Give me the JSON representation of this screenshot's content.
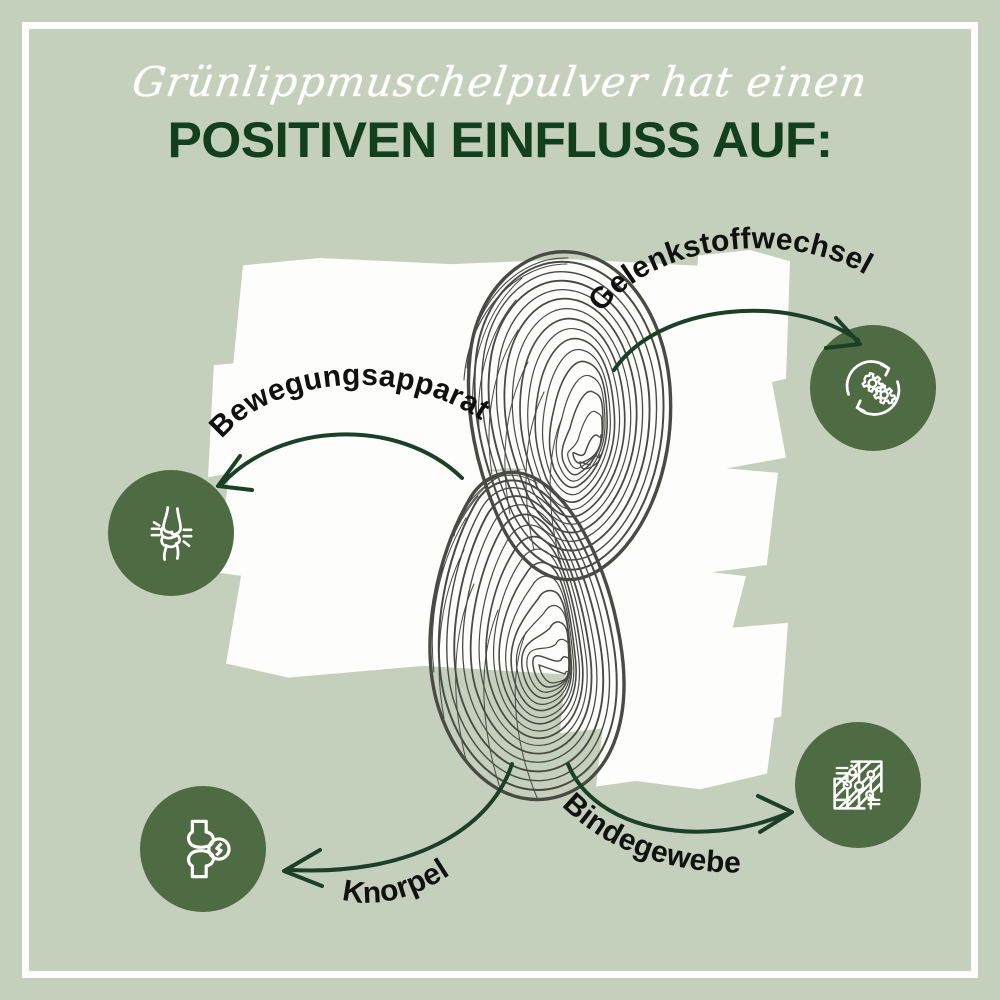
{
  "poster": {
    "background_color": "#c5d0bc",
    "frame_color": "#ffffff",
    "badge_color": "#4e6b44",
    "arrow_color": "#1b4027",
    "heading_color": "#12401f",
    "script_color": "#ffffff",
    "label_color": "#111111",
    "mussel_ink_color": "#4a4a45",
    "brush_color": "#fdfdfb"
  },
  "headline": {
    "script_line": "Grünlippmuschelpulver hat einen",
    "main_line": "POSITIVEN EINFLUSS AUF:"
  },
  "benefits": [
    {
      "id": "gelenkstoffwechsel",
      "label": "Gelenkstoffwechsel",
      "icon": "gears-cycle-icon",
      "position": "top-right",
      "arrow_direction": "right-down"
    },
    {
      "id": "bewegungsapparat",
      "label": "Bewegungsapparat",
      "icon": "knee-joint-pain-icon",
      "position": "middle-left",
      "arrow_direction": "left-down"
    },
    {
      "id": "bindegewebe",
      "label": "Bindegewebe",
      "icon": "connective-tissue-network-icon",
      "position": "bottom-right",
      "arrow_direction": "right"
    },
    {
      "id": "knorpel",
      "label": "Knorpel",
      "icon": "cartilage-joint-magnifier-icon",
      "position": "bottom-left",
      "arrow_direction": "left"
    }
  ],
  "illustration": {
    "name": "green-lipped-mussel-shells",
    "count": 2,
    "style": "hand-drawn-contour-line-art"
  }
}
